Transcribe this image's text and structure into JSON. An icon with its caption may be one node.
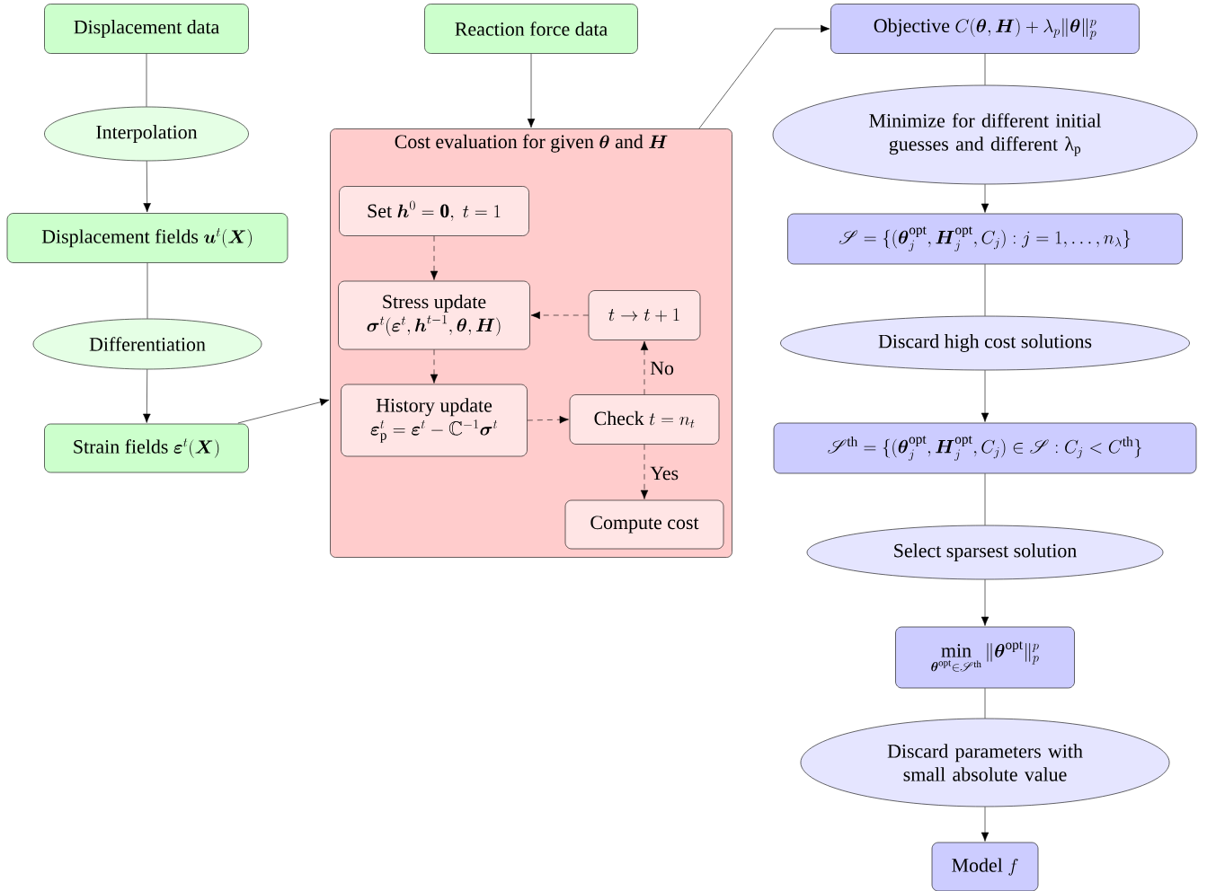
{
  "diagram": {
    "nodes": [
      {
        "text": [
          "Displacement data"
        ]
      },
      {
        "text": [
          "Interpolation"
        ]
      },
      {
        "text": [
          "\\text{Displacement fields }\\boldsymbol{u}^t(\\boldsymbol{X})"
        ]
      },
      {
        "text": [
          "Differentiation"
        ]
      },
      {
        "text": [
          "\\text{Strain fields }\\boldsymbol{\\varepsilon}^t(\\boldsymbol{X})"
        ]
      },
      {
        "text": [
          "Reaction force data"
        ]
      },
      {
        "text": [
          "\\text{Cost evaluation for given }\\boldsymbol{\\theta}\\text{ and }\\boldsymbol{H}"
        ]
      },
      {
        "text": [
          "\\text{Set }\\boldsymbol{h}^0=\\mathbf{0},\\ t=1"
        ],
        "in": 6
      },
      {
        "text": [
          "Stress update",
          "\\boldsymbol{\\sigma}^t(\\boldsymbol{\\varepsilon}^t,\\boldsymbol{h}^{t-1},\\boldsymbol{\\theta},\\boldsymbol{H})"
        ],
        "in": 6
      },
      {
        "text": [
          "t\\rightarrow t+1"
        ],
        "in": 6
      },
      {
        "text": [
          "History update",
          "\\boldsymbol{\\varepsilon}^t_{\\mathrm{p}}=\\boldsymbol{\\varepsilon}^t-\\mathbb{C}^{-1}\\boldsymbol{\\sigma}^t"
        ],
        "in": 6
      },
      {
        "text": [
          "\\text{Check }t=n_t"
        ],
        "in": 6
      },
      {
        "text": [
          "Compute cost"
        ],
        "in": 6
      },
      {
        "text": [
          "\\text{Objective }C(\\boldsymbol{\\theta},\\boldsymbol{H})+\\lambda_p\\|\\boldsymbol{\\theta}\\|_p^p"
        ]
      },
      {
        "text": [
          "Minimize for different initial guesses and different λ$_{p}$"
        ]
      },
      {
        "text": [
          "\\mathscr{S}=\\{(\\boldsymbol{\\theta}^{\\mathrm{opt}}_j,\\boldsymbol{H}^{\\mathrm{opt}}_j,C_j):j=1,\\dots,n_\\lambda\\}"
        ]
      },
      {
        "text": [
          "Discard high cost solutions"
        ]
      },
      {
        "text": [
          "\\mathscr{S}^{\\mathrm{th}}=\\{(\\boldsymbol{\\theta}^{\\mathrm{opt}}_j,\\boldsymbol{H}^{\\mathrm{opt}}_j,C_j)\\in\\mathscr{S}:C_j<C^{\\mathrm{th}}\\}"
        ]
      },
      {
        "text": [
          "Select sparsest solution"
        ]
      },
      {
        "text": [
          "\\min_{\\boldsymbol{\\theta}^{\\mathrm{opt}}\\in\\mathscr{S}^{\\mathrm{th}}}\\|\\boldsymbol{\\theta}^{\\mathrm{opt}}\\|_p^p"
        ]
      },
      {
        "text": [
          "Discard parameters with small absolute value"
        ]
      },
      {
        "text": [
          "\\text{Model }f"
        ]
      }
    ],
    "edges": [
      {
        "from": 0,
        "to": 1,
        "arrow": "none"
      },
      {
        "from": 1,
        "to": 2,
        "arrow": "to"
      },
      {
        "from": 2,
        "to": 3,
        "arrow": "none"
      },
      {
        "from": 3,
        "to": 4,
        "arrow": "to"
      },
      {
        "from": 4,
        "to": 6,
        "arrow": "to"
      },
      {
        "from": 5,
        "to": 6,
        "arrow": "to"
      },
      {
        "from": 6,
        "to": 13,
        "arrow": "to"
      },
      {
        "from": 7,
        "to": 8,
        "arrow": "to",
        "style": "dashed"
      },
      {
        "from": 8,
        "to": 10,
        "arrow": "to",
        "style": "dashed"
      },
      {
        "from": 10,
        "to": 11,
        "arrow": "to",
        "style": "dashed"
      },
      {
        "from": 11,
        "to": 9,
        "arrow": "to",
        "style": "dashed",
        "label": "No"
      },
      {
        "from": 9,
        "to": 8,
        "arrow": "to",
        "style": "dashed"
      },
      {
        "from": 11,
        "to": 12,
        "arrow": "to",
        "style": "dashed",
        "label": "Yes"
      },
      {
        "from": 13,
        "to": 14,
        "arrow": "none"
      },
      {
        "from": 14,
        "to": 15,
        "arrow": "to"
      },
      {
        "from": 15,
        "to": 16,
        "arrow": "none"
      },
      {
        "from": 16,
        "to": 17,
        "arrow": "to"
      },
      {
        "from": 17,
        "to": 18,
        "arrow": "none"
      },
      {
        "from": 18,
        "to": 19,
        "arrow": "to"
      },
      {
        "from": 19,
        "to": 20,
        "arrow": "none"
      },
      {
        "from": 20,
        "to": 21,
        "arrow": "to"
      }
    ]
  }
}
